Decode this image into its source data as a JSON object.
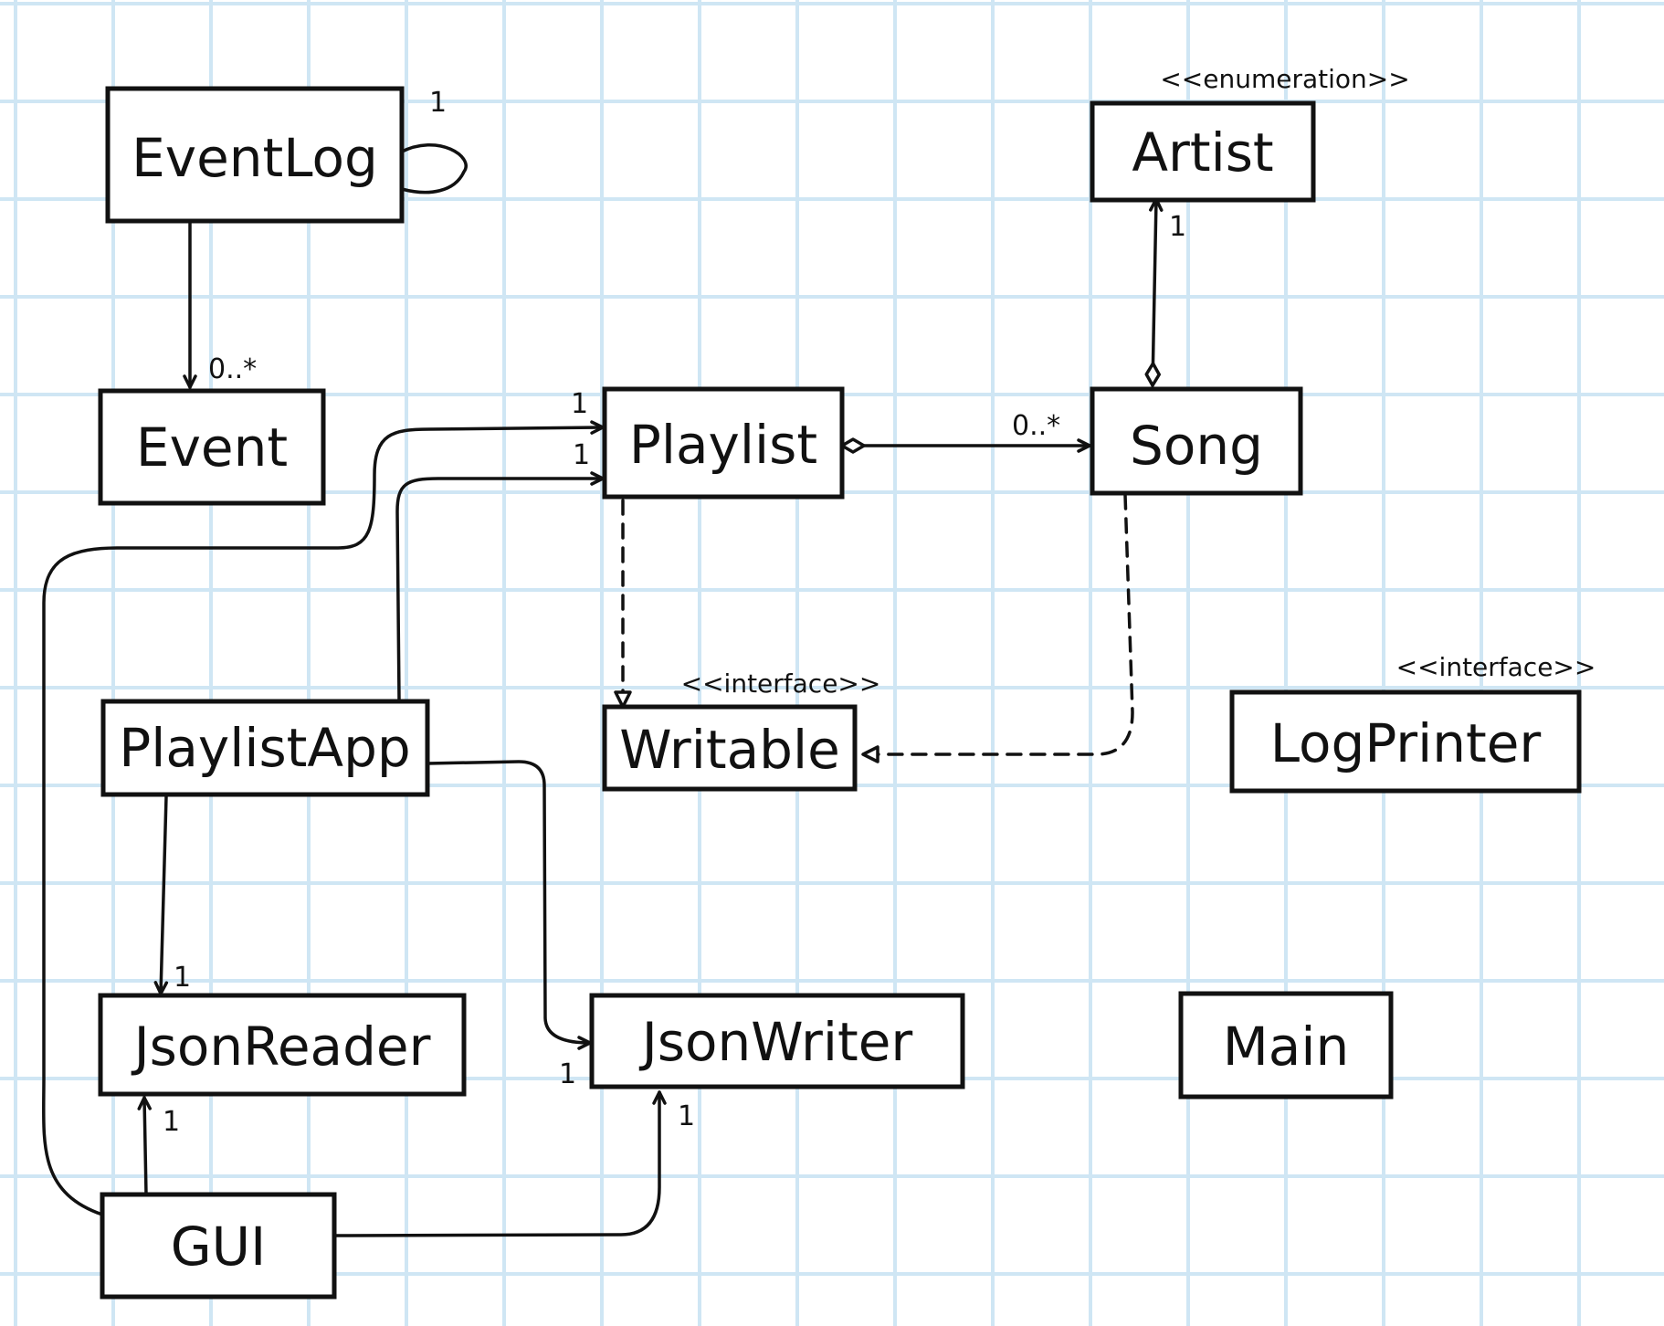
{
  "classes": {
    "eventlog": "EventLog",
    "event": "Event",
    "playlist": "Playlist",
    "song": "Song",
    "artist": "Artist",
    "writable": "Writable",
    "logprinter": "LogPrinter",
    "playlistapp": "PlaylistApp",
    "jsonreader": "JsonReader",
    "jsonwriter": "JsonWriter",
    "main": "Main",
    "gui": "GUI"
  },
  "stereotypes": {
    "artist": "<<enumeration>>",
    "writable": "<<interface>>",
    "logprinter": "<<interface>>"
  },
  "multiplicities": {
    "eventlog_self": "1",
    "eventlog_event": "0..*",
    "song_artist": "1",
    "playlist_song": "0..*",
    "gui_playlist": "1",
    "app_playlist": "1",
    "app_jsonreader": "1",
    "app_jsonwriter": "1",
    "gui_jsonreader": "1",
    "gui_jsonwriter": "1"
  },
  "colors": {
    "grid": "#cfe6f4",
    "ink": "#111111",
    "box_fill": "#ffffff"
  }
}
